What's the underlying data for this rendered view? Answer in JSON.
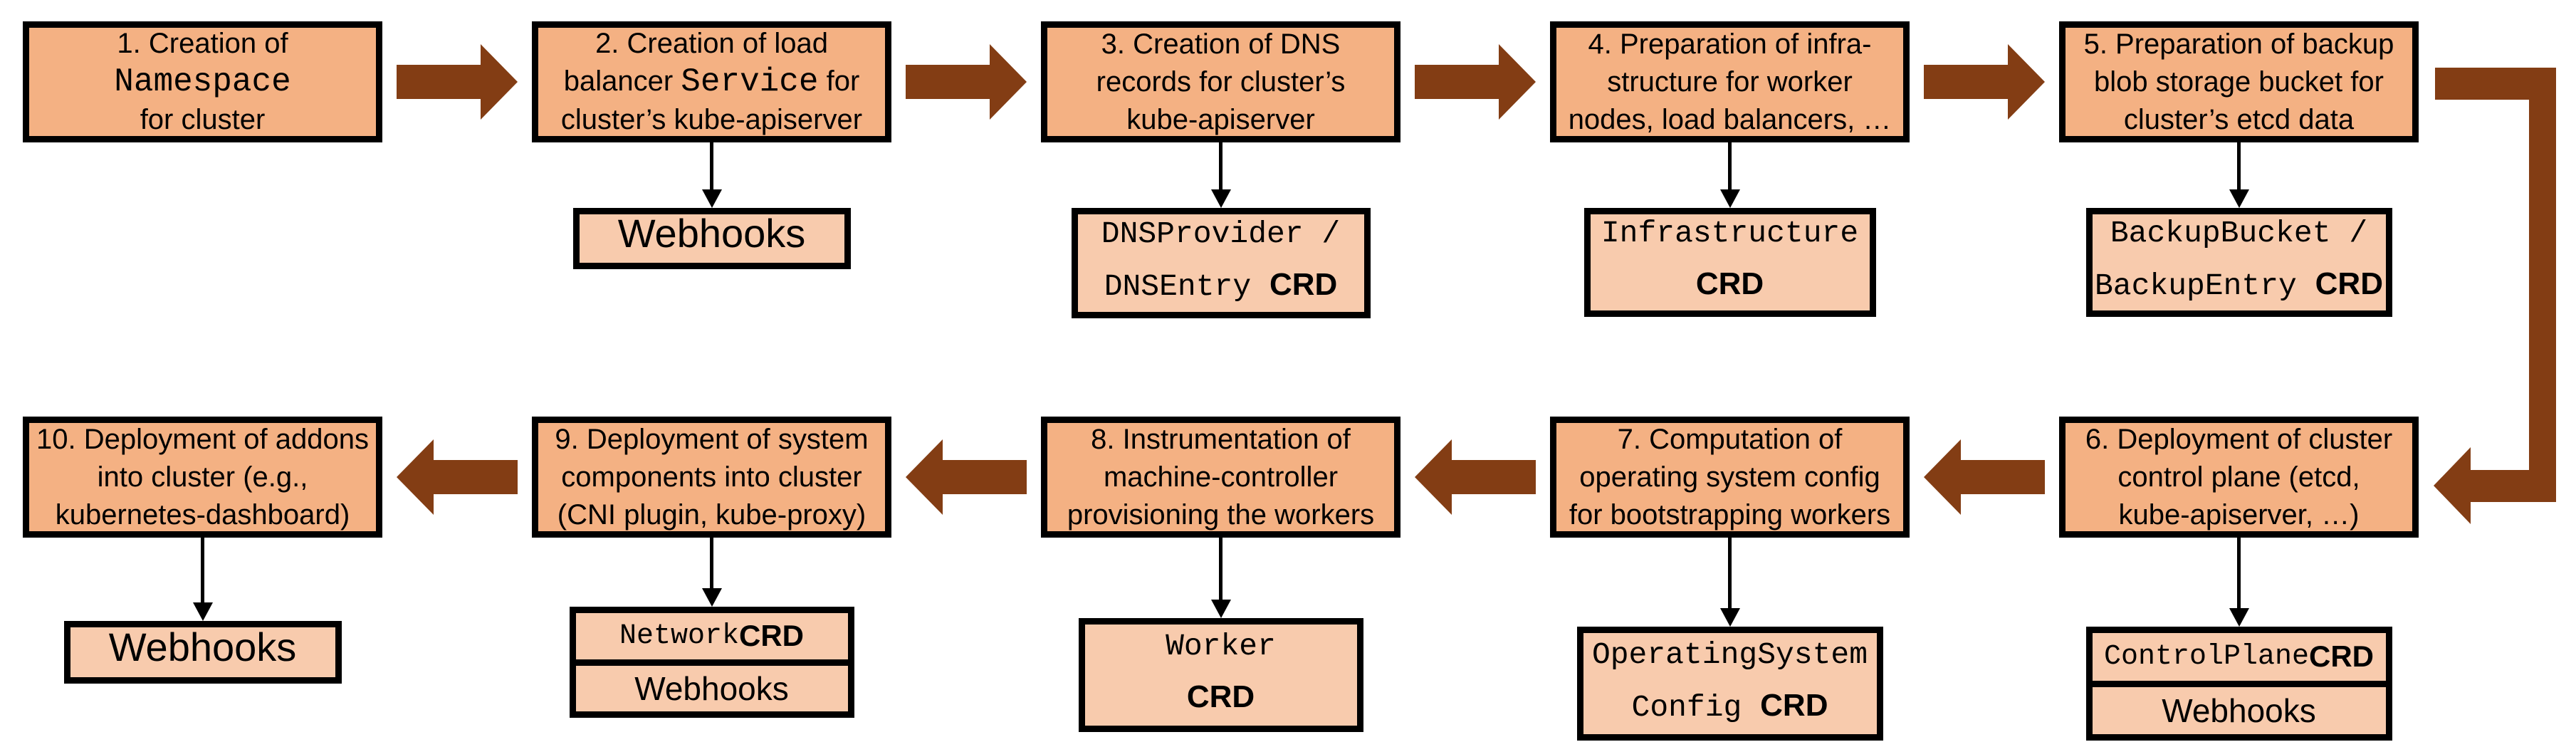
{
  "colors": {
    "main_fill": "#F4B183",
    "sub_fill": "#F8CBAD",
    "border": "#000000",
    "arrow": "#833D14",
    "background": "#FFFFFF"
  },
  "connectors": {
    "top_row_direction": "left-to-right",
    "bottom_row_direction": "right-to-left",
    "wrap_connector": "elbow arrow from step 5 down to step 6"
  },
  "steps": [
    {
      "number": "1",
      "main_lines": [
        [
          {
            "t": "1. Creation of",
            "f": "sans"
          }
        ],
        [
          {
            "t": "Namespace",
            "f": "mono"
          }
        ],
        [
          {
            "t": "for cluster",
            "f": "sans"
          }
        ]
      ],
      "sub": null
    },
    {
      "number": "2",
      "main_lines": [
        [
          {
            "t": "2. Creation of load",
            "f": "sans"
          }
        ],
        [
          {
            "t": "balancer ",
            "f": "sans"
          },
          {
            "t": "Service",
            "f": "mono"
          },
          {
            "t": " for",
            "f": "sans"
          }
        ],
        [
          {
            "t": "cluster’s kube-apiserver",
            "f": "sans"
          }
        ]
      ],
      "sub": {
        "kind": "box",
        "lines": [
          [
            {
              "t": "Webhooks",
              "f": "sans"
            }
          ]
        ]
      }
    },
    {
      "number": "3",
      "main_lines": [
        [
          {
            "t": "3. Creation of DNS",
            "f": "sans"
          }
        ],
        [
          {
            "t": "records for cluster’s",
            "f": "sans"
          }
        ],
        [
          {
            "t": "kube-apiserver",
            "f": "sans"
          }
        ]
      ],
      "sub": {
        "kind": "box",
        "lines": [
          [
            {
              "t": "DNSProvider /",
              "f": "mono"
            }
          ],
          [
            {
              "t": "DNSEntry ",
              "f": "mono"
            },
            {
              "t": "CRD",
              "f": "bold"
            }
          ]
        ]
      }
    },
    {
      "number": "4",
      "main_lines": [
        [
          {
            "t": "4. Preparation of infra-",
            "f": "sans"
          }
        ],
        [
          {
            "t": "structure for worker",
            "f": "sans"
          }
        ],
        [
          {
            "t": "nodes, load balancers, …",
            "f": "sans"
          }
        ]
      ],
      "sub": {
        "kind": "box",
        "lines": [
          [
            {
              "t": "Infrastructure",
              "f": "mono"
            }
          ],
          [
            {
              "t": "CRD",
              "f": "bold"
            }
          ]
        ]
      }
    },
    {
      "number": "5",
      "main_lines": [
        [
          {
            "t": "5. Preparation of backup",
            "f": "sans"
          }
        ],
        [
          {
            "t": "blob storage bucket for",
            "f": "sans"
          }
        ],
        [
          {
            "t": "cluster’s etcd data",
            "f": "sans"
          }
        ]
      ],
      "sub": {
        "kind": "box",
        "lines": [
          [
            {
              "t": "BackupBucket /",
              "f": "mono"
            }
          ],
          [
            {
              "t": "BackupEntry ",
              "f": "mono"
            },
            {
              "t": "CRD",
              "f": "bold"
            }
          ]
        ]
      }
    },
    {
      "number": "6",
      "main_lines": [
        [
          {
            "t": "6. Deployment of cluster",
            "f": "sans"
          }
        ],
        [
          {
            "t": "control plane (etcd,",
            "f": "sans"
          }
        ],
        [
          {
            "t": "kube-apiserver, …)",
            "f": "sans"
          }
        ]
      ],
      "sub": {
        "kind": "stack",
        "rows": [
          [
            {
              "t": "ControlPlane ",
              "f": "mono"
            },
            {
              "t": "CRD",
              "f": "bold"
            }
          ],
          [
            {
              "t": "Webhooks",
              "f": "sans"
            }
          ]
        ]
      }
    },
    {
      "number": "7",
      "main_lines": [
        [
          {
            "t": "7. Computation of",
            "f": "sans"
          }
        ],
        [
          {
            "t": "operating system config",
            "f": "sans"
          }
        ],
        [
          {
            "t": "for bootstrapping workers",
            "f": "sans"
          }
        ]
      ],
      "sub": {
        "kind": "box",
        "lines": [
          [
            {
              "t": "OperatingSystem",
              "f": "mono"
            }
          ],
          [
            {
              "t": "Config ",
              "f": "mono"
            },
            {
              "t": "CRD",
              "f": "bold"
            }
          ]
        ]
      }
    },
    {
      "number": "8",
      "main_lines": [
        [
          {
            "t": "8. Instrumentation of",
            "f": "sans"
          }
        ],
        [
          {
            "t": "machine-controller",
            "f": "sans"
          }
        ],
        [
          {
            "t": "provisioning the workers",
            "f": "sans"
          }
        ]
      ],
      "sub": {
        "kind": "box",
        "lines": [
          [
            {
              "t": "Worker",
              "f": "mono"
            }
          ],
          [
            {
              "t": "CRD",
              "f": "bold"
            }
          ]
        ]
      }
    },
    {
      "number": "9",
      "main_lines": [
        [
          {
            "t": "9. Deployment of system",
            "f": "sans"
          }
        ],
        [
          {
            "t": "components into cluster",
            "f": "sans"
          }
        ],
        [
          {
            "t": "(CNI plugin, kube-proxy)",
            "f": "sans"
          }
        ]
      ],
      "sub": {
        "kind": "stack",
        "rows": [
          [
            {
              "t": "Network ",
              "f": "mono"
            },
            {
              "t": "CRD",
              "f": "bold"
            }
          ],
          [
            {
              "t": "Webhooks",
              "f": "sans"
            }
          ]
        ]
      }
    },
    {
      "number": "10",
      "main_lines": [
        [
          {
            "t": "10. Deployment of addons",
            "f": "sans"
          }
        ],
        [
          {
            "t": "into cluster (e.g.,",
            "f": "sans"
          }
        ],
        [
          {
            "t": "kubernetes-dashboard)",
            "f": "sans"
          }
        ]
      ],
      "sub": {
        "kind": "box",
        "lines": [
          [
            {
              "t": "Webhooks",
              "f": "sans"
            }
          ]
        ]
      }
    }
  ]
}
